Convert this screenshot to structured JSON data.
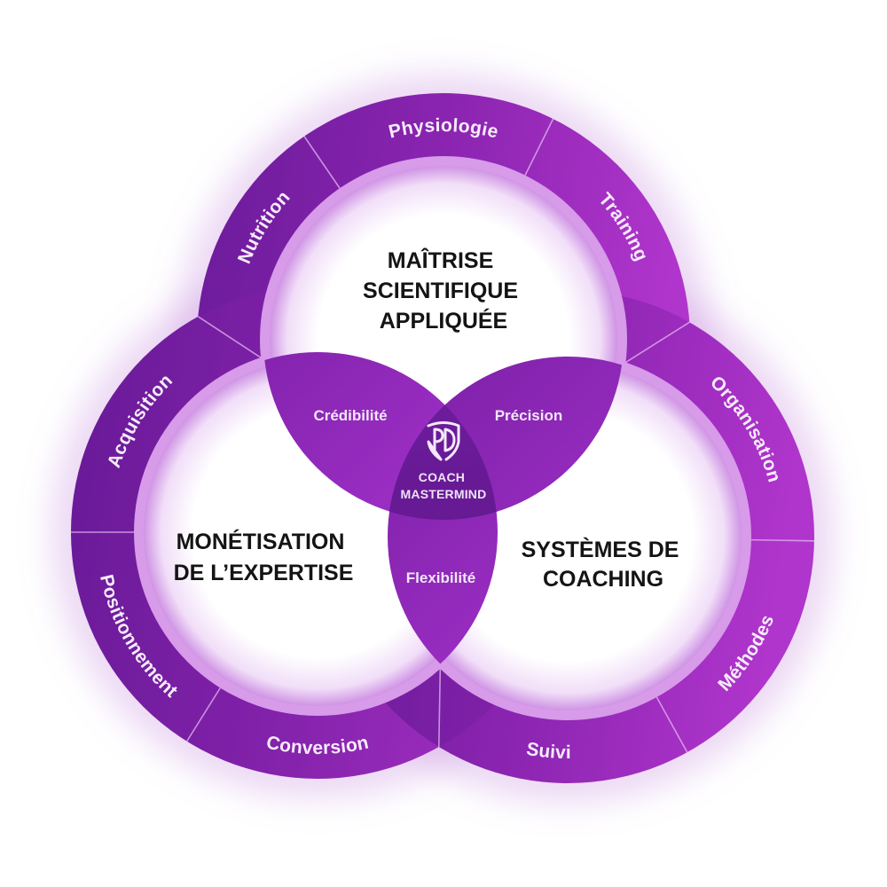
{
  "diagram": {
    "title": "Coach Mastermind",
    "colors": {
      "ring_dark": "#6a1b9a",
      "ring_mid": "#8a24b0",
      "ring_light": "#b035cc",
      "lens": "#7e22a8",
      "core": "#5e168a",
      "pillar_text": "#141414",
      "label_text": "#f6ecfb",
      "glow": "#c98ee0"
    },
    "pillars": [
      {
        "id": "top",
        "title_lines": [
          "MAÎTRISE",
          "SCIENTIFIQUE",
          "APPLIQUÉE"
        ],
        "ring_labels": [
          "Nutrition",
          "Physiologie",
          "Training"
        ]
      },
      {
        "id": "left",
        "title_lines": [
          "MONÉTISATION",
          "DE L’EXPERTISE"
        ],
        "ring_labels": [
          "Acquisition",
          "Positionnement",
          "Conversion"
        ]
      },
      {
        "id": "right",
        "title_lines": [
          "SYSTÈMES DE",
          "COACHING"
        ],
        "ring_labels": [
          "Organisation",
          "Méthodes",
          "Suivi"
        ]
      }
    ],
    "intersections": {
      "top_left": "Crédibilité",
      "top_right": "Précision",
      "left_right": "Flexibilité"
    },
    "core": {
      "logo_icon": "shield-pd-logo-icon",
      "line1": "COACH",
      "line2": "MASTERMIND"
    }
  }
}
